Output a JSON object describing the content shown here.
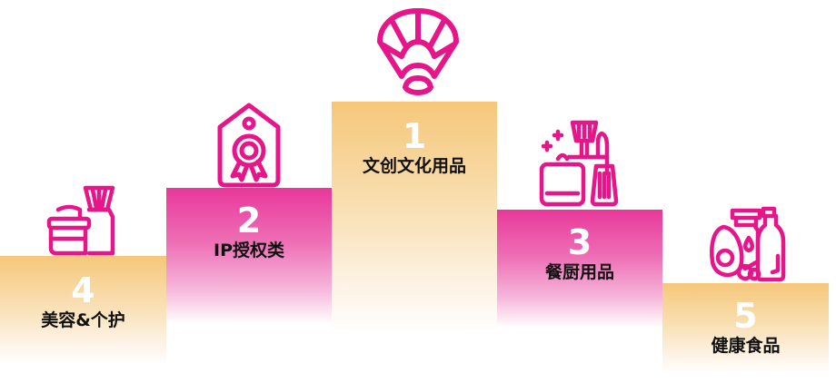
{
  "colors": {
    "accent_pink": "#e6168a",
    "gold": "#f5c77a",
    "pink_block": "#e8389a",
    "text": "#111111"
  },
  "podiums": [
    {
      "rank": "1",
      "label": "文创文化用品",
      "icon": "folding-fan-icon",
      "style": "gold"
    },
    {
      "rank": "2",
      "label": "IP授权类",
      "icon": "award-tag-icon",
      "style": "pink"
    },
    {
      "rank": "3",
      "label": "餐厨用品",
      "icon": "kitchenware-icon",
      "style": "pink"
    },
    {
      "rank": "4",
      "label": "美容&个护",
      "icon": "cosmetics-icon",
      "style": "gold"
    },
    {
      "rank": "5",
      "label": "健康食品",
      "icon": "health-food-icon",
      "style": "gold"
    }
  ]
}
